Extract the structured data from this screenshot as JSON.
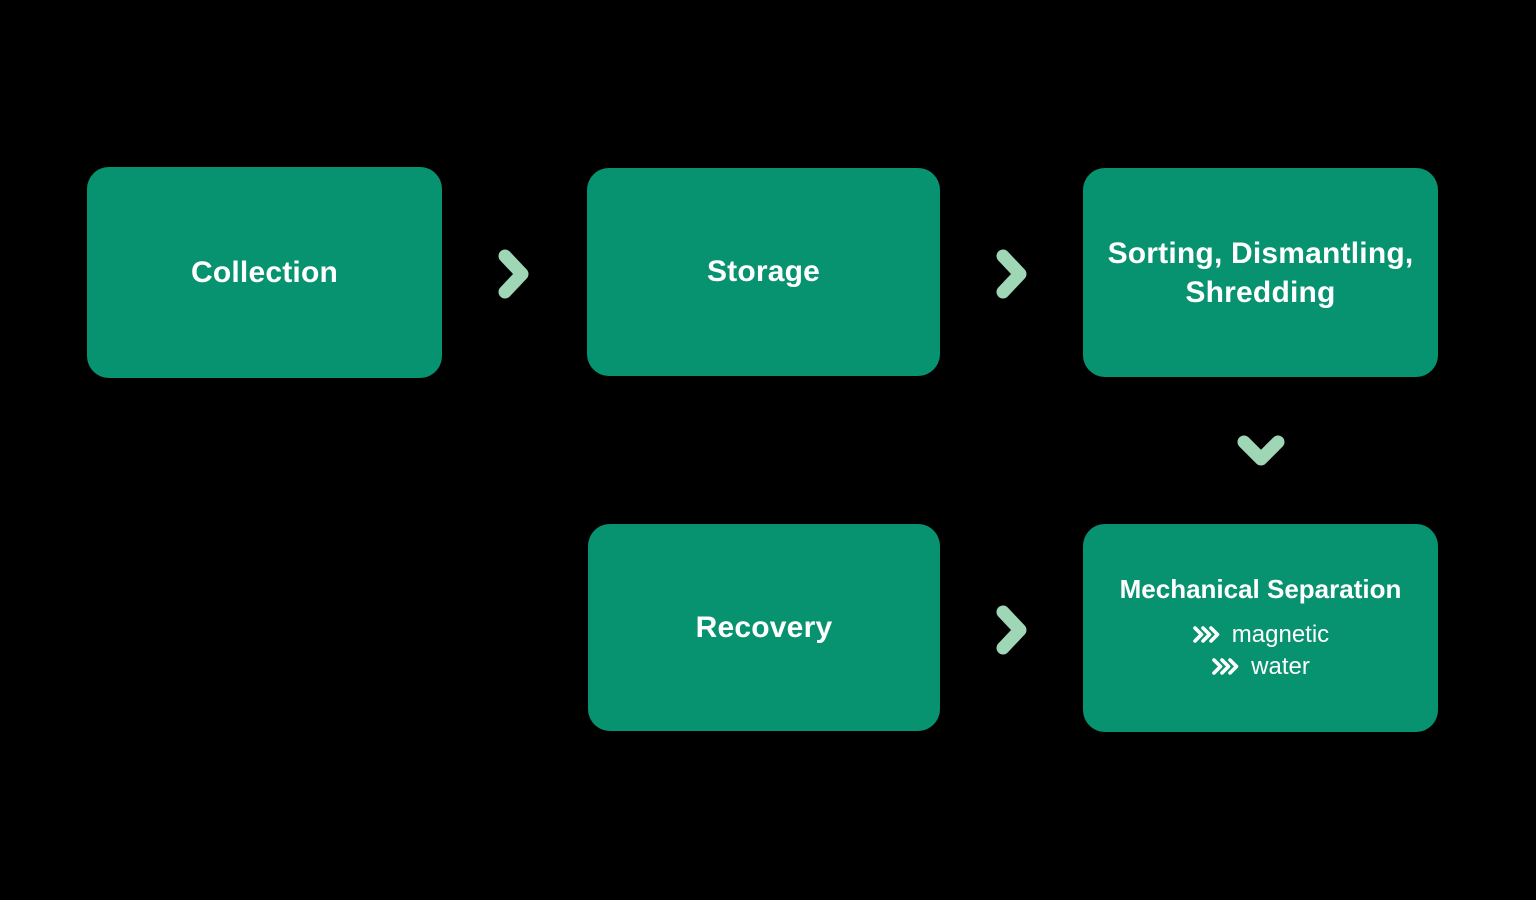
{
  "diagram": {
    "type": "flowchart",
    "colors": {
      "box": "#089370",
      "arrow": "#9FD6B6",
      "text": "#FFFFFF",
      "background": "#000000"
    },
    "nodes": {
      "collection": {
        "label": "Collection"
      },
      "storage": {
        "label": "Storage"
      },
      "sorting": {
        "label": "Sorting, Dismantling, Shredding",
        "label_lines": [
          "Sorting, Dismantling,",
          "Shredding"
        ]
      },
      "recovery": {
        "label": "Recovery"
      },
      "mechanical": {
        "title": "Mechanical Separation",
        "bullets": [
          "magnetic",
          "water"
        ]
      }
    },
    "edges": [
      {
        "from": "collection",
        "to": "storage",
        "arrow": "chevron-right"
      },
      {
        "from": "storage",
        "to": "sorting",
        "arrow": "chevron-right"
      },
      {
        "from": "sorting",
        "to": "mechanical",
        "arrow": "chevron-down"
      },
      {
        "from": "recovery",
        "to": "mechanical",
        "arrow": "chevron-right"
      }
    ]
  }
}
